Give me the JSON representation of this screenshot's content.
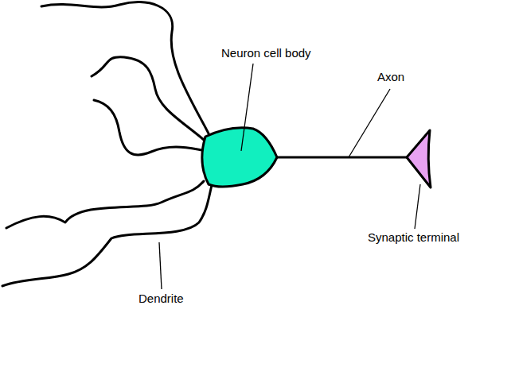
{
  "diagram": {
    "labels": [
      "Neuron cell body",
      "Axon",
      "Synaptic terminal",
      "Dendrite"
    ]
  }
}
